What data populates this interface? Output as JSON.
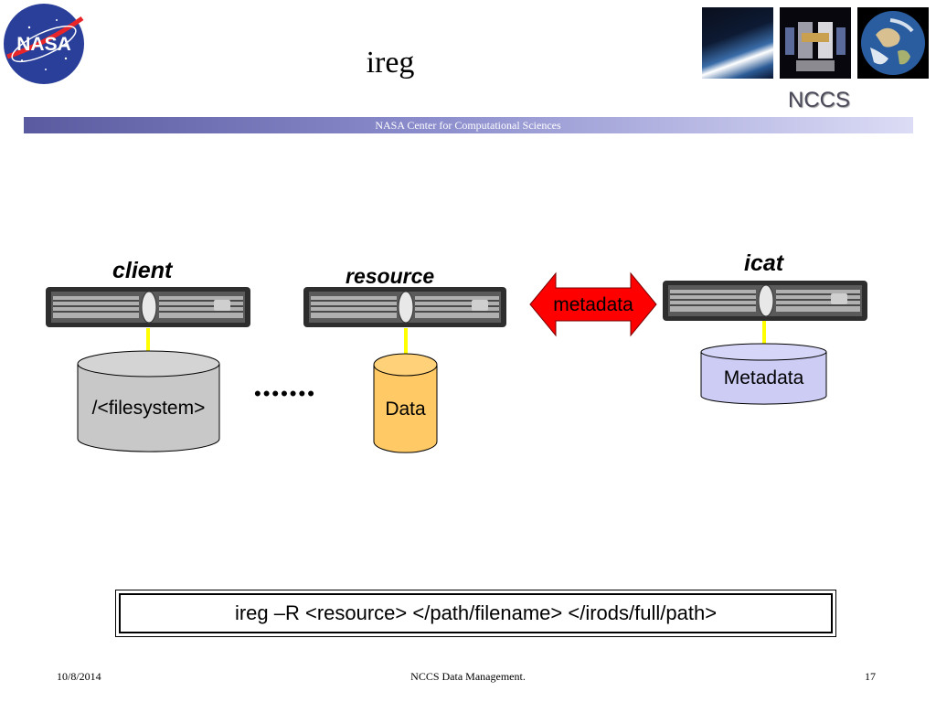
{
  "slide": {
    "title": "ireg",
    "banner_text": "NASA Center for Computational Sciences",
    "brand": "NCCS",
    "logo_text": "NASA"
  },
  "diagram": {
    "client_label": "client",
    "resource_label": "resource",
    "icat_label": "icat",
    "client_store": "/<filesystem>",
    "resource_store": "Data",
    "icat_store": "Metadata",
    "arrow_label": "metadata",
    "ellipsis": "•••••••"
  },
  "command": "ireg –R <resource> </path/filename> </irods/full/path>",
  "footer": {
    "date": "10/8/2014",
    "center": "NCCS Data Management.",
    "page": "17"
  },
  "colors": {
    "banner": "#5a5aa0",
    "client_db": "#c8c8c8",
    "resource_db": "#ffc966",
    "icat_db": "#ccccf5",
    "arrow": "#ff0000",
    "connector": "#ffff00"
  }
}
